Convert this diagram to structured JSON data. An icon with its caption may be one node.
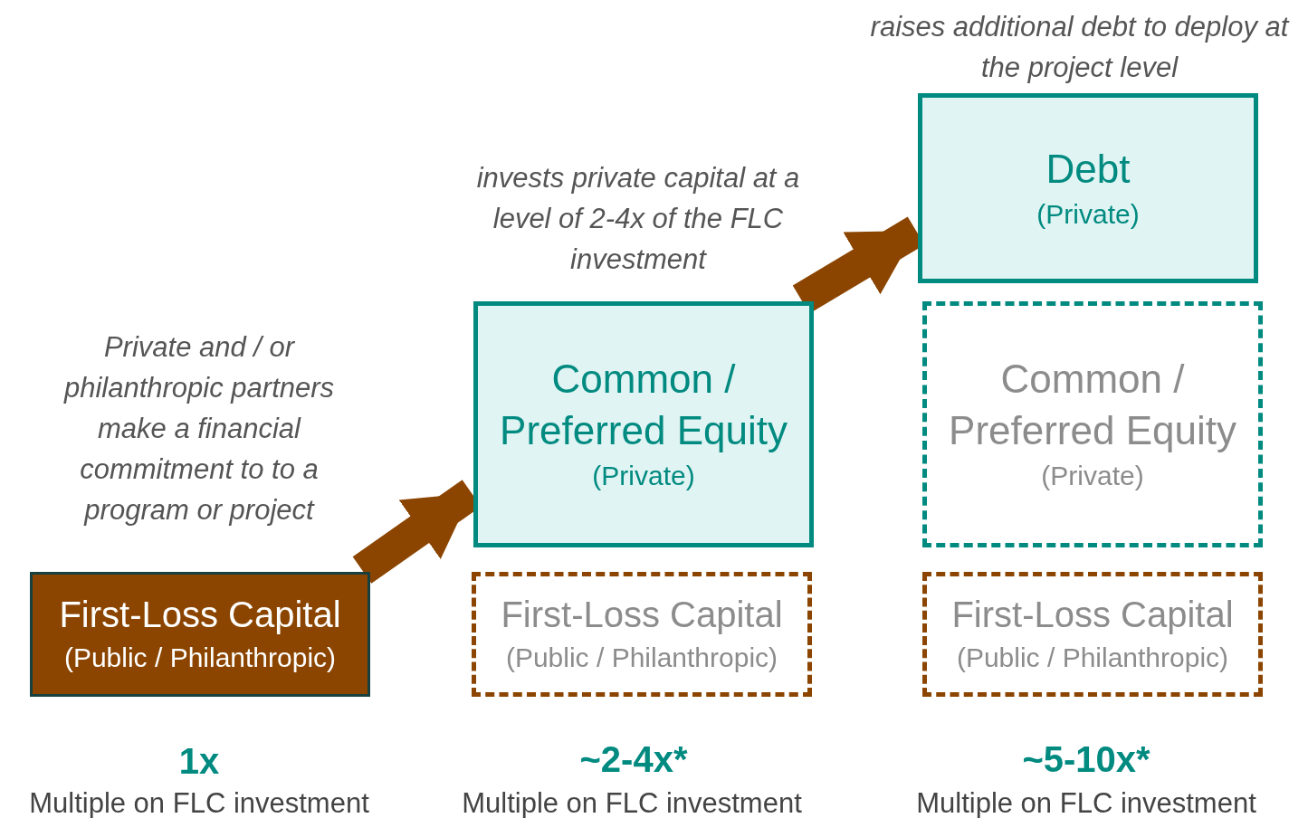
{
  "diagram": {
    "nodes": [
      {
        "text": [
          "First-Loss Capital",
          "(Public / Philanthropic)"
        ],
        "beside": [
          "Private and / or philanthropic partners make a financial commitment to to a program or project"
        ]
      },
      {
        "text": [
          "Common / Preferred Equity",
          "(Private)"
        ],
        "beside": [
          "invests private capital at a level of 2-4x of the FLC investment"
        ]
      },
      {
        "text": [
          "First-Loss Capital",
          "(Public / Philanthropic)"
        ]
      },
      {
        "text": [
          "Debt",
          "(Private)"
        ],
        "beside": [
          "raises additional debt to deploy at the project level"
        ]
      },
      {
        "text": [
          "Common / Preferred Equity",
          "(Private)"
        ]
      },
      {
        "text": [
          "First-Loss Capital",
          "(Public / Philanthropic)"
        ]
      }
    ],
    "edges": [
      {
        "from": 0,
        "to": 1,
        "arrow": "to"
      },
      {
        "from": 1,
        "to": 3,
        "arrow": "to"
      }
    ],
    "labels": [
      "1x",
      "Multiple on FLC investment",
      "~2-4x*",
      "Multiple on FLC investment",
      "~5-10x*",
      "Multiple on FLC investment"
    ]
  }
}
